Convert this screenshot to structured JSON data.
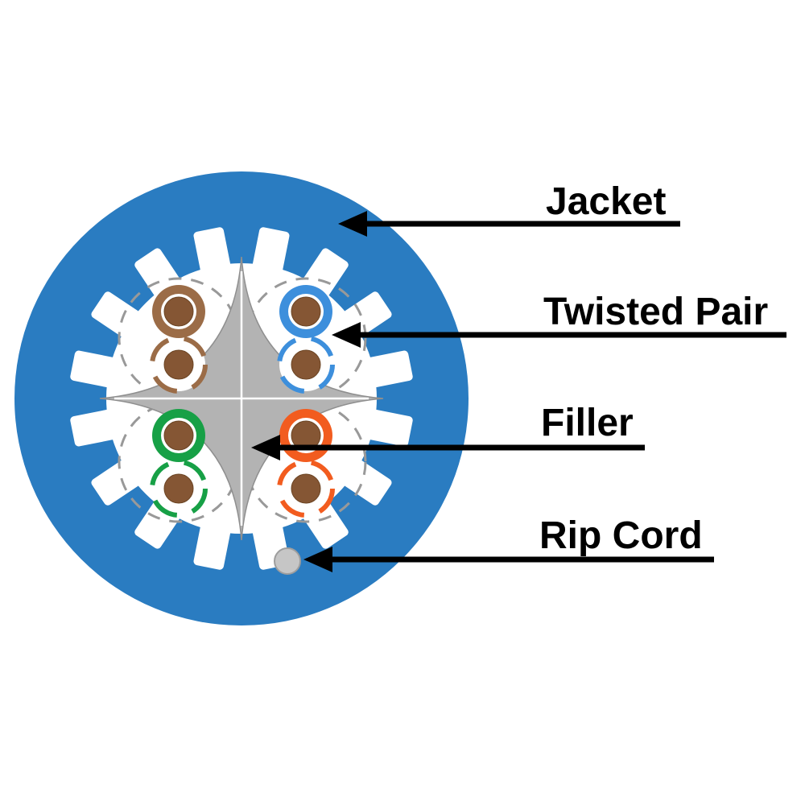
{
  "figure": {
    "labels": {
      "jacket": "Jacket",
      "twisted_pair": "Twisted Pair",
      "filler": "Filler",
      "rip_cord": "Rip Cord"
    },
    "colors": {
      "background": "#FFFFFF",
      "jacket": "#2A7CC1",
      "filler": "#B3B3B3",
      "dashed_guide": "#999999",
      "pair_brown": "#9B6C47",
      "pair_blue": "#3D8FDC",
      "pair_green": "#17A046",
      "pair_orange": "#F25C1F",
      "conductor": "#855634",
      "rip_cord": "#C6C6C6",
      "arrow": "#000000",
      "label_text": "#000000"
    }
  }
}
